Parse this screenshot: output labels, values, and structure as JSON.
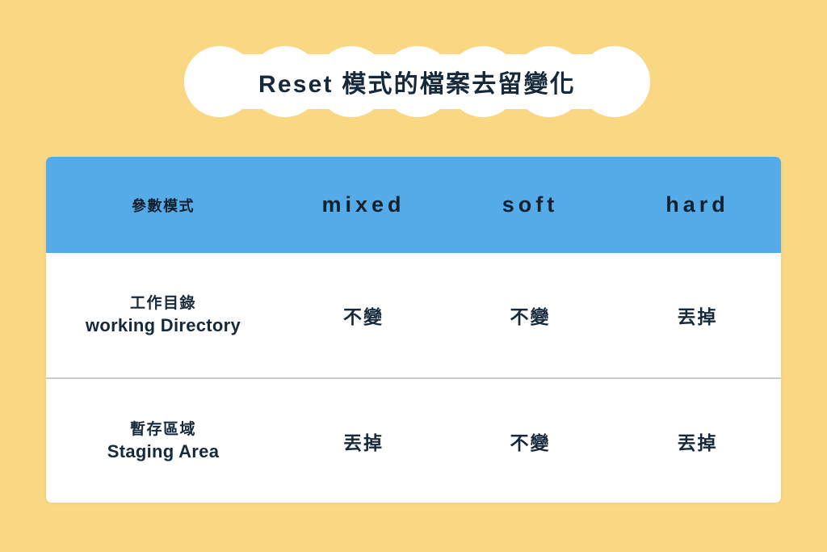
{
  "slide": {
    "background_color": "#F9D783",
    "title": "Reset 模式的檔案去留變化"
  },
  "theme": {
    "background": "#F9D783",
    "cloud": "#FFFFFF",
    "header_blue": "#55AAE8",
    "card_white": "#FFFFFF",
    "text_navy": "#16293B",
    "divider_gray": "#C9CACC"
  },
  "table": {
    "headers": [
      {
        "label": "參數模式",
        "kind": "row-header"
      },
      {
        "label": "mixed",
        "kind": "mode"
      },
      {
        "label": "soft",
        "kind": "mode"
      },
      {
        "label": "hard",
        "kind": "mode"
      }
    ],
    "rows": [
      {
        "label_zh": "工作目錄",
        "label_en": "working Directory",
        "mixed": "不變",
        "soft": "不變",
        "hard": "丟掉"
      },
      {
        "label_zh": "暫存區域",
        "label_en": "Staging Area",
        "mixed": "丟掉",
        "soft": "不變",
        "hard": "丟掉"
      }
    ]
  }
}
